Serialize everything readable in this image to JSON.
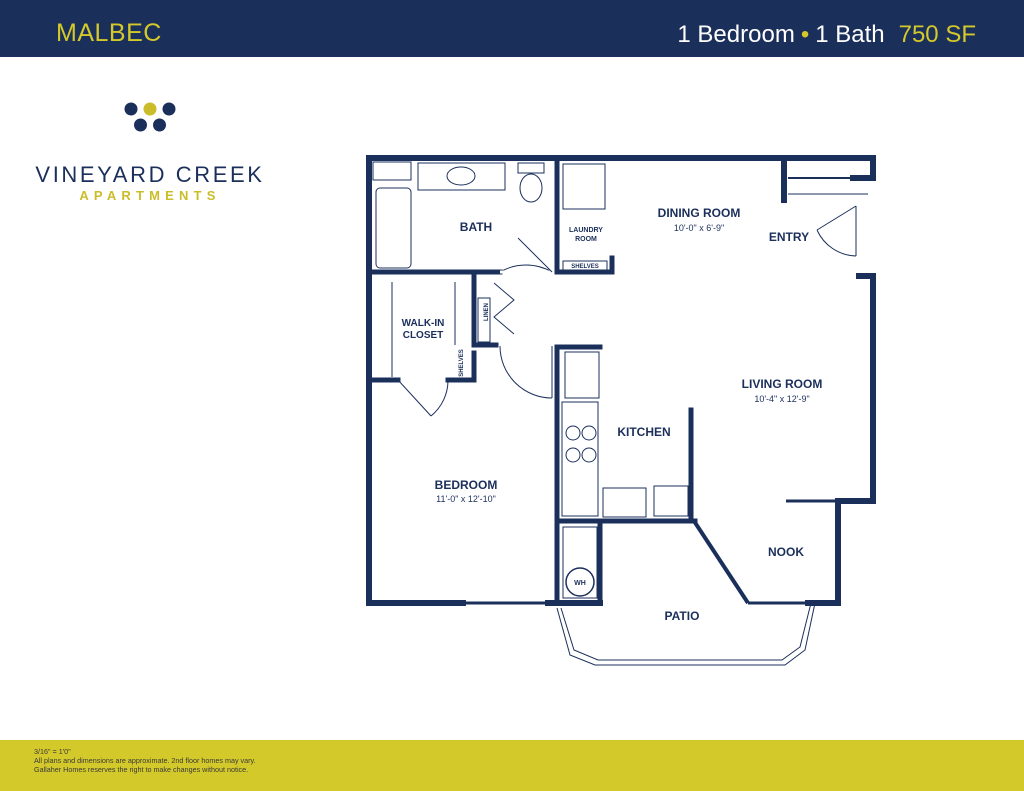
{
  "header": {
    "plan_name": "MALBEC",
    "bedrooms": "1 Bedroom",
    "separator": "•",
    "baths": "1 Bath",
    "square_feet": "750 SF"
  },
  "logo": {
    "name": "VINEYARD CREEK",
    "subtitle": "APARTMENTS"
  },
  "rooms": {
    "bath": "BATH",
    "laundry_line1": "LAUNDRY",
    "laundry_line2": "ROOM",
    "shelves_laundry": "SHELVES",
    "dining_room": "DINING ROOM",
    "dining_dims": "10'-0\" x 6'-9\"",
    "entry": "ENTRY",
    "linen": "LINEN",
    "walkin_line1": "WALK-IN",
    "walkin_line2": "CLOSET",
    "shelves_closet": "SHELVES",
    "living_room": "LIVING ROOM",
    "living_dims": "10'-4\" x 12'-9\"",
    "kitchen": "KITCHEN",
    "bedroom": "BEDROOM",
    "bedroom_dims": "11'-0\" x 12'-10\"",
    "nook": "NOOK",
    "water_heater": "WH",
    "patio": "PATIO"
  },
  "footer": {
    "scale": "3/16\" = 1'0\"",
    "note1": "All plans and dimensions are approximate. 2nd floor homes may vary.",
    "note2": "Gallaher Homes reserves the right to make changes without notice."
  },
  "colors": {
    "navy": "#1b2f5b",
    "accent": "#d4c92a",
    "background": "#ffffff"
  }
}
